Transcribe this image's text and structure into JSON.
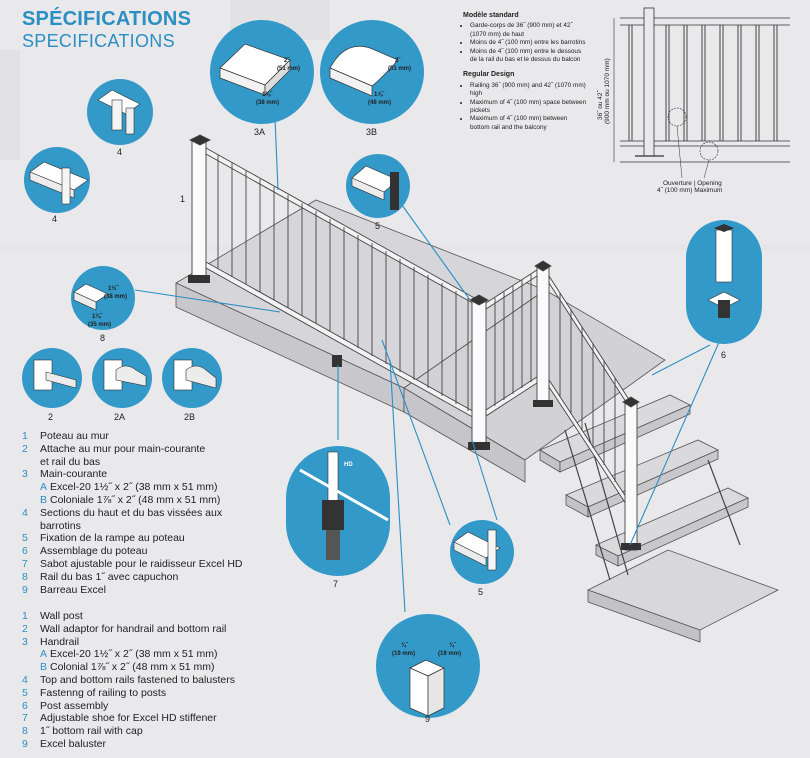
{
  "titles": {
    "fr": "SPÉCIFICATIONS",
    "en": "SPECIFICATIONS"
  },
  "standard_fr": {
    "heading": "Modèle standard",
    "bullets": [
      "Garde-corps de 36˝ (900 mm) et 42˝ (1070 mm) de haut",
      "Moins de 4˝ (100 mm) entre les barrotins",
      "Moins de 4˝ (100 mm) entre le dessous de la rail du bas et le dessus du balcon"
    ]
  },
  "standard_en": {
    "heading": "Regular Design",
    "bullets": [
      "Railing 36˝ (900 mm) and 42˝ (1070 mm) high",
      "Maximum of 4˝ (100 mm) space between pickets",
      "Maximum of 4˝ (100 mm) between bottom rail and the balcony"
    ]
  },
  "elevation": {
    "height_label_1": "36˝ ou 42˝",
    "height_label_2": "(900 mm ou 1070 mm)",
    "opening_1": "Ouverture | Opening",
    "opening_2": "4˝ (100 mm) Maximum"
  },
  "callouts": {
    "c1": "1",
    "c2": "2",
    "c2a": "2A",
    "c2b": "2B",
    "c3a": "3A",
    "c3b": "3B",
    "c4a": "4",
    "c4b": "4",
    "c5a": "5",
    "c5b": "5",
    "c6": "6",
    "c7": "7",
    "c8": "8",
    "c9": "9"
  },
  "dims": {
    "d3a_h": "2˝",
    "d3a_hmm": "(51 mm)",
    "d3a_w": "1⅛˝",
    "d3a_wmm": "(38 mm)",
    "d3b_h": "2˝",
    "d3b_hmm": "(51 mm)",
    "d3b_w": "1⅞˝",
    "d3b_wmm": "(48 mm)",
    "d8_h": "1½˝",
    "d8_hmm": "(38 mm)",
    "d8_w": "1⅜˝",
    "d8_wmm": "(35 mm)",
    "d9_l": "¾˝",
    "d9_lmm": "(19 mm)",
    "d9_r": "¾˝",
    "d9_rmm": "(19 mm)",
    "hd": "HD"
  },
  "legend_fr": [
    {
      "num": "1",
      "text": "Poteau au mur"
    },
    {
      "num": "2",
      "text": "Attache au mur pour main-courante",
      "cont": "et rail du bas"
    },
    {
      "num": "3",
      "text": "Main-courante",
      "subs": [
        {
          "letter": "A",
          "text": "Excel-20 1½˝ x 2˝ (38 mm x 51 mm)"
        },
        {
          "letter": "B",
          "text": "Coloniale 1⅞˝ x 2˝ (48 mm x 51 mm)"
        }
      ]
    },
    {
      "num": "4",
      "text": "Sections du haut et du bas vissées aux",
      "cont": "barrotins"
    },
    {
      "num": "5",
      "text": "Fixation de la rampe au poteau"
    },
    {
      "num": "6",
      "text": "Assemblage du poteau"
    },
    {
      "num": "7",
      "text": "Sabot ajustable pour le raidisseur Excel HD"
    },
    {
      "num": "8",
      "text": "Rail du bas 1˝ avec capuchon"
    },
    {
      "num": "9",
      "text": "Barreau Excel"
    }
  ],
  "legend_en": [
    {
      "num": "1",
      "text": "Wall post"
    },
    {
      "num": "2",
      "text": "Wall adaptor for handrail and bottom rail"
    },
    {
      "num": "3",
      "text": "Handrail",
      "subs": [
        {
          "letter": "A",
          "text": "Excel-20 1½˝ x 2˝ (38 mm x 51 mm)"
        },
        {
          "letter": "B",
          "text": "Colonial 1⅞˝ x 2˝ (48 mm x 51 mm)"
        }
      ]
    },
    {
      "num": "4",
      "text": "Top and bottom rails fastened to balusters"
    },
    {
      "num": "5",
      "text": "Fastenng of railing to posts"
    },
    {
      "num": "6",
      "text": "Post assembly"
    },
    {
      "num": "7",
      "text": "Adjustable shoe for Excel HD stiffener"
    },
    {
      "num": "8",
      "text": "1˝ bottom rail with cap"
    },
    {
      "num": "9",
      "text": "Excel baluster"
    }
  ],
  "colors": {
    "accent": "#2b8fc4",
    "circle": "#3399c9",
    "background": "#e9e9eb"
  }
}
